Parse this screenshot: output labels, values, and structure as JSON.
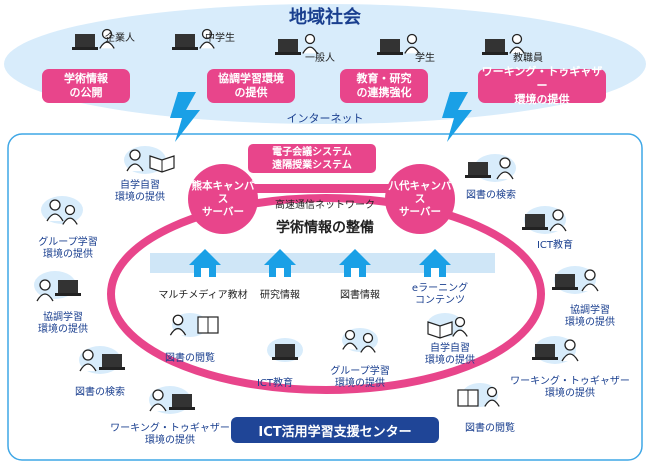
{
  "region": {
    "title": "地域社会",
    "members": [
      "企業人",
      "中学生",
      "一般人",
      "学生",
      "教職員"
    ],
    "services": [
      "学術情報\nの公開",
      "協調学習環境\nの提供",
      "教育・研究\nの連携強化",
      "ワーキング・トゥギャザー\n環境の提供"
    ]
  },
  "internet_label": "インターネット",
  "center": {
    "banner": "ICT活用学習支援センター",
    "conference": "電子会議システム\n遠隔授業システム",
    "server_left": "熊本キャンパス\nサーバー",
    "server_right": "八代キャンパス\nサーバー",
    "network": "高速通信ネットワーク",
    "ring_title": "学術情報の整備",
    "houses": [
      "マルチメディア教材",
      "研究情報",
      "図書情報",
      "eラーニング\nコンテンツ"
    ]
  },
  "inner_labels": [
    "図書の閲覧",
    "ICT教育",
    "グループ学習\n環境の提供",
    "自学自習\n環境の提供"
  ],
  "left_labels": [
    "自学自習\n環境の提供",
    "グループ学習\n環境の提供",
    "協調学習\n環境の提供",
    "図書の検索",
    "ワーキング・トゥギャザー\n環境の提供"
  ],
  "right_labels": [
    "図書の検索",
    "ICT教育",
    "協調学習\n環境の提供",
    "ワーキング・トゥギャザー\n環境の提供",
    "図書の閲覧"
  ],
  "colors": {
    "accent": "#e8458b",
    "brand": "#1f4597",
    "sky": "#d8ecfb"
  }
}
